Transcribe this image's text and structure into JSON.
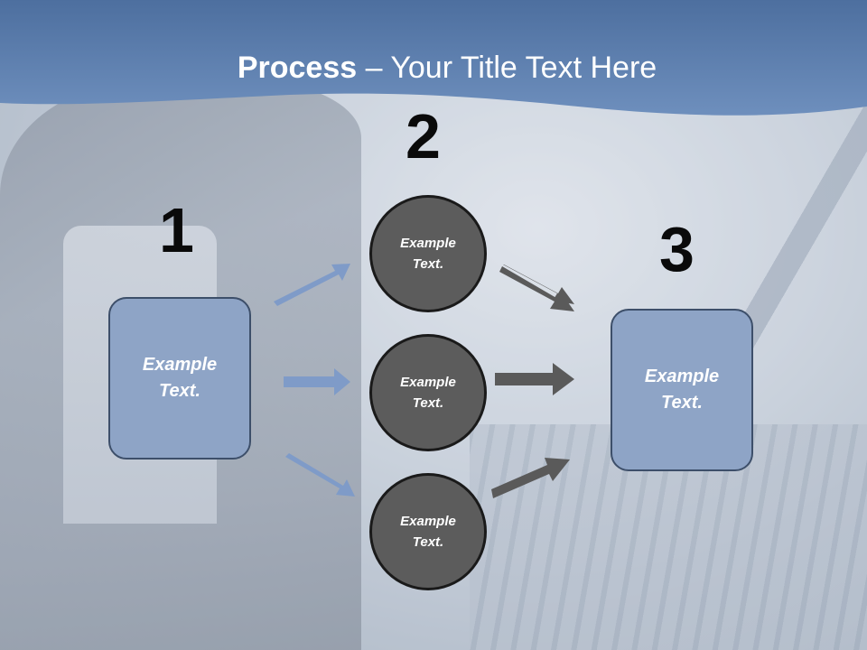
{
  "slide": {
    "title_bold": "Process",
    "title_rest": " – Your Title Text Here",
    "header_color": "#5c7fb1",
    "step_numbers": [
      "1",
      "2",
      "3"
    ],
    "start_box_text": "Example Text.",
    "end_box_text": "Example Text.",
    "circles": [
      {
        "text": "Example Text."
      },
      {
        "text": "Example Text."
      },
      {
        "text": "Example Text."
      }
    ],
    "colors": {
      "box_fill": "#8ea4c6",
      "circle_fill": "#5c5c5c",
      "blue_arrow": "#7f9bc8",
      "grey_arrow": "#5a5a5a"
    }
  }
}
